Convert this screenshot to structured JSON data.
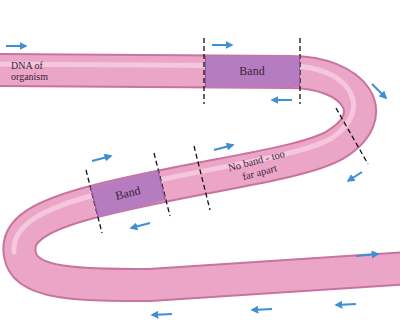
{
  "diagram": {
    "nodes": [
      {
        "text": [
          "Band"
        ]
      },
      {
        "text": [
          "Band"
        ]
      }
    ],
    "labels": [
      "DNA of organism",
      "No band - too far apart"
    ]
  }
}
